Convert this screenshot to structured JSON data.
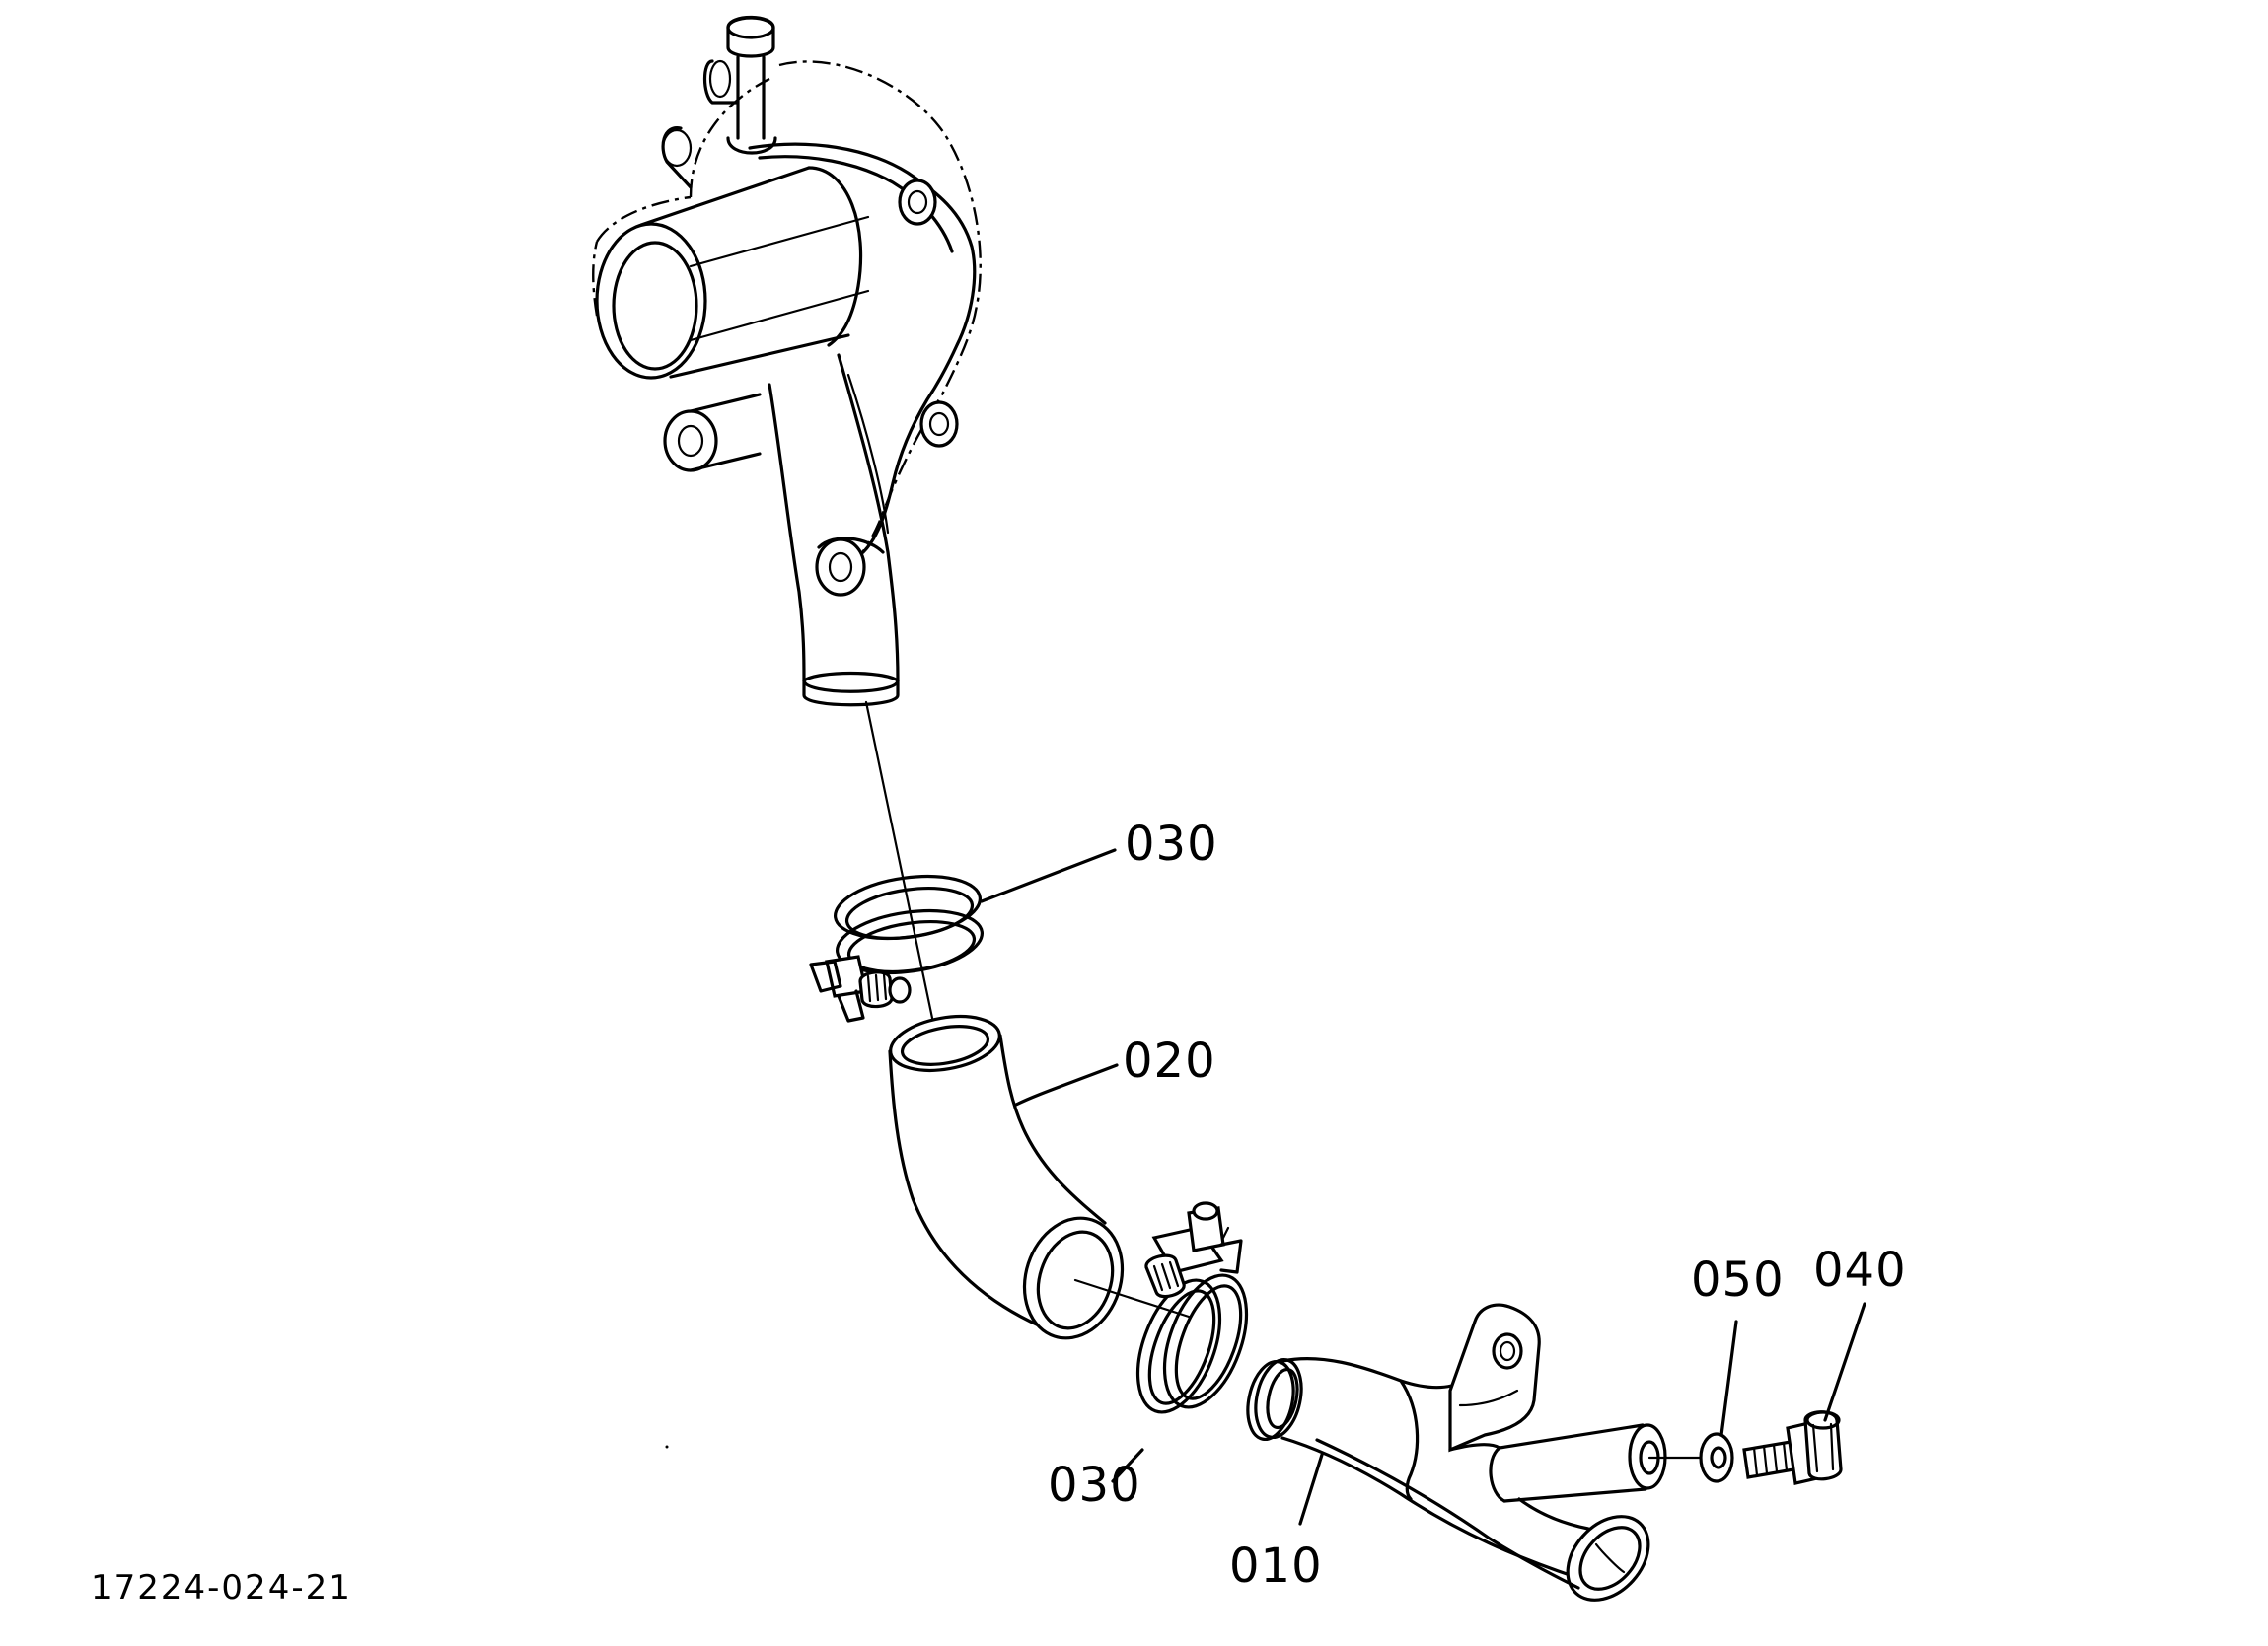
{
  "figure_id": "17224-024-21",
  "parts": [
    {
      "ref": "010",
      "name": "water-pipe"
    },
    {
      "ref": "020",
      "name": "hose"
    },
    {
      "ref": "030",
      "name": "hose-clamp-upper"
    },
    {
      "ref": "030",
      "name": "hose-clamp-lower"
    },
    {
      "ref": "040",
      "name": "drain-plug"
    },
    {
      "ref": "050",
      "name": "gasket"
    }
  ]
}
